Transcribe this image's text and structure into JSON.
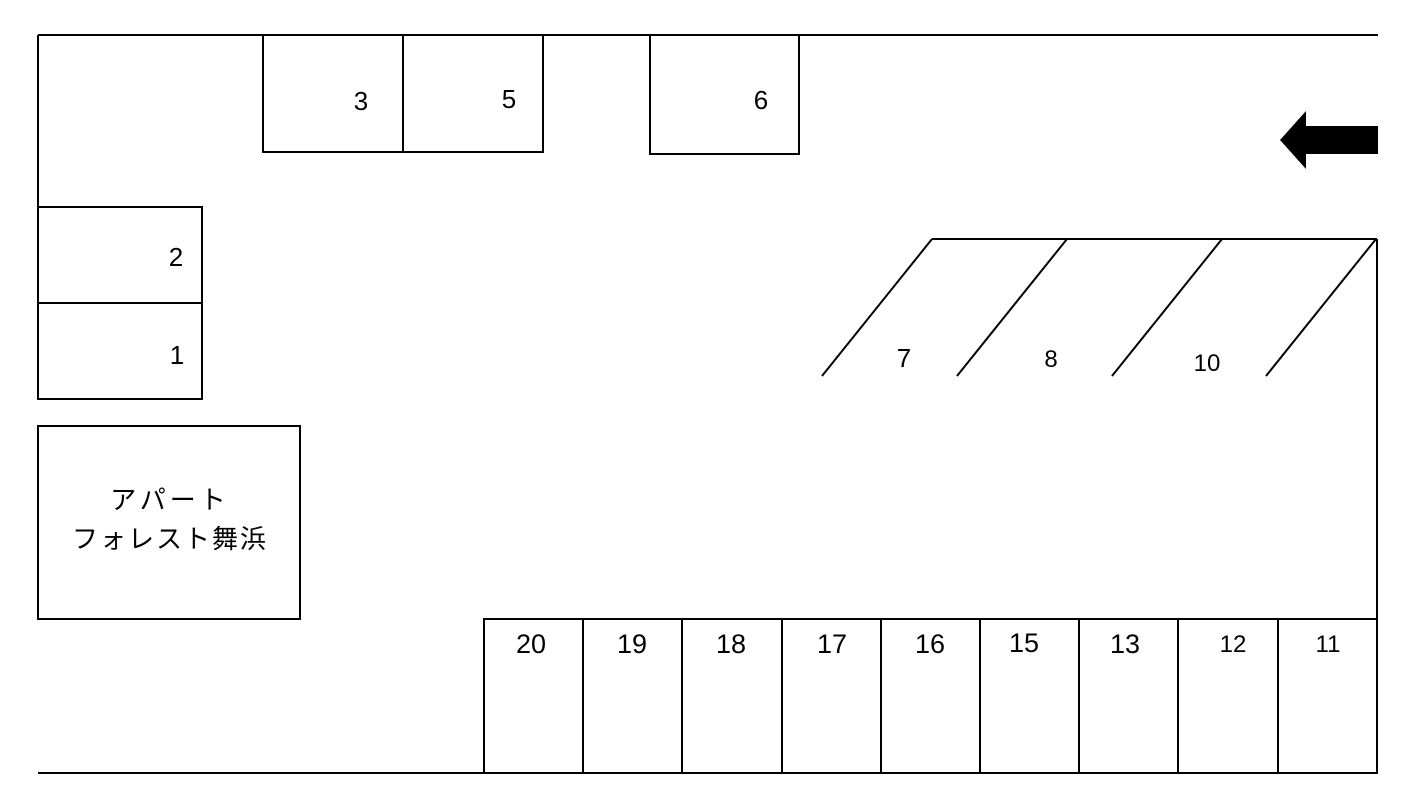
{
  "building": {
    "line1": "アパート",
    "line2": "フォレスト舞浜"
  },
  "spaces": {
    "s1": "1",
    "s2": "2",
    "s3": "3",
    "s5": "5",
    "s6": "6",
    "s7": "7",
    "s8": "8",
    "s10": "10",
    "s11": "11",
    "s12": "12",
    "s13": "13",
    "s15": "15",
    "s16": "16",
    "s17": "17",
    "s18": "18",
    "s19": "19",
    "s20": "20"
  },
  "entry_arrow": {
    "direction": "left",
    "icon": "arrow-left-icon"
  }
}
